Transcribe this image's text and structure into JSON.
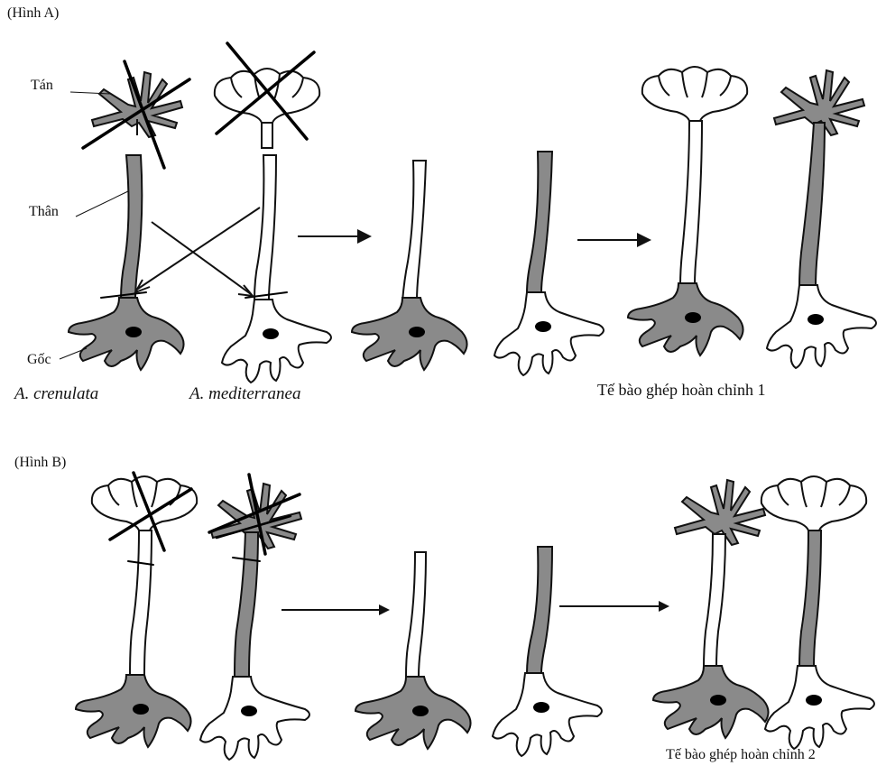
{
  "panels": {
    "a": {
      "label": "(Hình A)",
      "result": "Tế bào ghép hoàn chỉnh 1"
    },
    "b": {
      "label": "(Hình B)",
      "result": "Tế bào ghép hoàn chỉnh 2"
    }
  },
  "parts": {
    "cap": "Tán",
    "stalk": "Thân",
    "base": "Gốc"
  },
  "species": {
    "left": "A. crenulata",
    "right": "A. mediterranea"
  },
  "colors": {
    "dark_tissue": "#8a8a8a",
    "light_tissue": "#ffffff",
    "outline": "#111111"
  }
}
